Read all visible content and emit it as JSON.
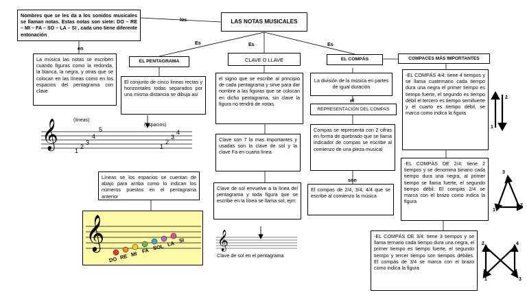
{
  "title": "LAS NOTAS MUSICALES",
  "left_intro": "Nombres que se les da a los sonidos musicales se llaman notas. Estas notas son siete: DO – RE – MI – FA – SO – LA – SI , cada uno tiene diferente entonación",
  "connectors": {
    "los": "los",
    "en": "en",
    "es1": "Es",
    "es2": "Es",
    "es3": "Es",
    "el": "el",
    "son": "son"
  },
  "left_en_text": "La música las notas se escriben cuando figuras como la redonda, la blanca, la negra, y otras que se colocan en las líneas como en los espacios del pentagrama con clave",
  "pentagrama": {
    "header": "EL PENTAGRAMA",
    "desc": "El conjunto de cinco líneas rectas y horizontales todas separados por una misma distancia se dibuja así",
    "lineas_label": "(líneas)",
    "espacios_label": "(espacios)",
    "line_numbers": [
      "1",
      "2",
      "3",
      "4",
      "5"
    ],
    "space_numbers": [
      "1",
      "2",
      "3",
      "4"
    ],
    "count_text": "Líneas se los espacios se cuentan de abajo para arriba como lo indican los números puestos en el pentagrama anterior",
    "notes": [
      "DO",
      "RE",
      "MI",
      "FA",
      "SOL",
      "LA",
      "SI"
    ]
  },
  "clave": {
    "header": "CLAVE O LLAVE",
    "desc": "el signo que se escribe al principio de cada pentagrama y sirve para dar nombre a las figuras que se colocan en dicho pentagrama, sin clave la figura no tendrá de notas.",
    "types": "Clave son 7 la mas importantes y usadas son la clave de sol y la clave Fa en cuarta línea",
    "sol": "Clave de sol envuelve a la línea del pentagrama y toda figura que se escribe en la línea se llama sol, ejm:",
    "caption": "Clave de sol en el pentagrama"
  },
  "compas": {
    "header": "EL COMPÁS",
    "desc": "La división de la música en partes de igual duración",
    "rep": "REPRESENTACIÓN DEL COMPAS",
    "rep_desc": "Compas se representa con 2 cifras en forma de quebrado que se llama indicador de compas se escribe al comienzo de una pieza musical",
    "son_text": "El compas de 2/4, 3/4, 4/4 que se escribe al comienzo la música"
  },
  "compases": {
    "header": "COMPACES MÁS IMPORTANTES",
    "c44": "-EL COMPÁS 4/4: tiene 4 tiempos y se llama cuaternario cada tiempo dura una negra el primer tiempo es tiempo fuerte, el segundo es tiempo débil el tercero es tiempo semifuerte y el cuarto es tiempo débil, se marca como indica la figura",
    "c24": "-EL COMPÁS DE 2/4: tiene 2 tiempos y se denomina binario cada tiempo dura una negra, al primer tiempo se llama fuerte, el segundo tiempo débil. El compás 2/4 se marca con el brazo como indica la figura",
    "c34": "-EL COMPÁS DE 3/4: tiene 3 tiempos y se llama ternario cada tiempo dura una negra, el primer tiempo es tiempo fuerte, el segundo tiempo y tercer tiempo son tiempos débiles. El compás de 3/4 se marca con el brazo como indica la figura",
    "d44_nums": [
      "1",
      "2"
    ],
    "d24_nums": [
      "1",
      "2",
      "3"
    ],
    "d34_nums": [
      "1",
      "2",
      "3",
      "4"
    ]
  }
}
